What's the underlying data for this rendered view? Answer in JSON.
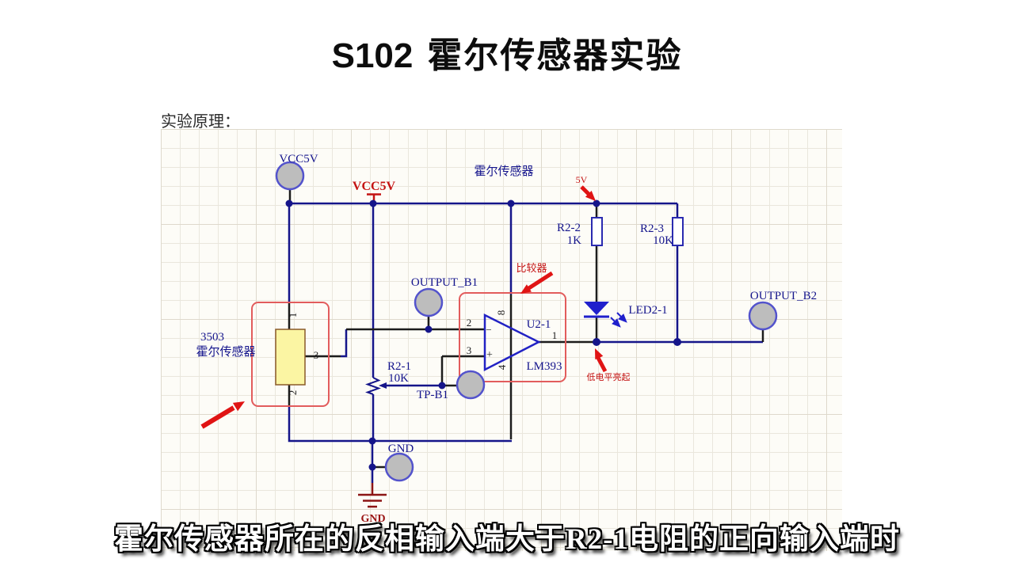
{
  "page": {
    "title_code": "S102",
    "title_text": "霍尔传感器实验",
    "section_label": "实验原理：",
    "subtitle": "霍尔传感器所在的反相输入端大于R2-1电阻的正向输入端时"
  },
  "colors": {
    "wire": "#15158a",
    "pin": "#1c1c1c",
    "annotation_red": "#e01414",
    "box_red": "#e25c5c",
    "ground_maroon": "#8c1515",
    "port_fill": "#bdbdbd",
    "port_border": "#5353cc",
    "sensor_body_fill": "#fbf5a3",
    "led_blue": "#2020cc"
  },
  "schematic": {
    "power": {
      "vcc_symbol": "VCC5V",
      "five_v": "5V",
      "gnd_symbol": "GND"
    },
    "nets": {
      "hall_sensor": "霍尔传感器"
    },
    "ports": {
      "vcc": "VCC5V",
      "output_b1": "OUTPUT_B1",
      "tp_b1": "TP-B1",
      "gnd": "GND",
      "output_b2": "OUTPUT_B2"
    },
    "sensor": {
      "part": "3503",
      "desc": "霍尔传感器",
      "pin1": "1",
      "pin2": "2",
      "pin3": "3"
    },
    "comparator": {
      "annotation": "比较器",
      "designator": "U2-1",
      "part": "LM393",
      "pin1": "1",
      "pin2": "2",
      "pin3": "3",
      "pin4": "4",
      "pin8": "8",
      "plus": "+",
      "minus": "−"
    },
    "resistors": {
      "r21": {
        "name": "R2-1",
        "value": "10K"
      },
      "r22": {
        "name": "R2-2",
        "value": "1K"
      },
      "r23": {
        "name": "R2-3",
        "value": "10K"
      }
    },
    "led": {
      "name": "LED2-1",
      "annotation": "低电平亮起"
    }
  }
}
